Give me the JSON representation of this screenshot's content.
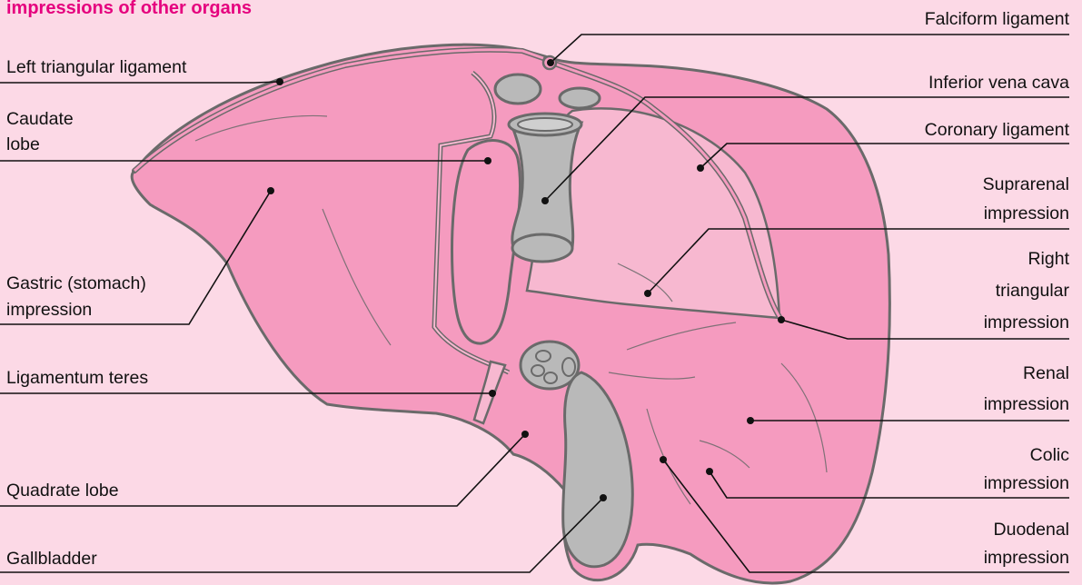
{
  "title_fragment": "impressions of other organs",
  "colors": {
    "background": "#fcd9e6",
    "liver": "#f59bbf",
    "liver_light": "#f7b8d0",
    "outline": "#6a6a6a",
    "vessel": "#b9b9b9",
    "title": "#e5007e"
  },
  "labels": {
    "left_triangular_ligament": "Left triangular ligament",
    "caudate_lobe_1": "Caudate",
    "caudate_lobe_2": "lobe",
    "gastric_impression_1": "Gastric (stomach)",
    "gastric_impression_2": "impression",
    "ligamentum_teres": "Ligamentum teres",
    "quadrate_lobe": "Quadrate lobe",
    "gallbladder": "Gallbladder",
    "falciform_ligament": "Falciform ligament",
    "inferior_vena_cava": "Inferior vena cava",
    "coronary_ligament": "Coronary ligament",
    "suprarenal_impression_1": "Suprarenal",
    "suprarenal_impression_2": "impression",
    "right_triangular_impression_1": "Right",
    "right_triangular_impression_2": "triangular",
    "right_triangular_impression_3": "impression",
    "renal_impression_1": "Renal",
    "renal_impression_2": "impression",
    "colic_impression_1": "Colic",
    "colic_impression_2": "impression",
    "duodenal_impression_1": "Duodenal",
    "duodenal_impression_2": "impression"
  }
}
